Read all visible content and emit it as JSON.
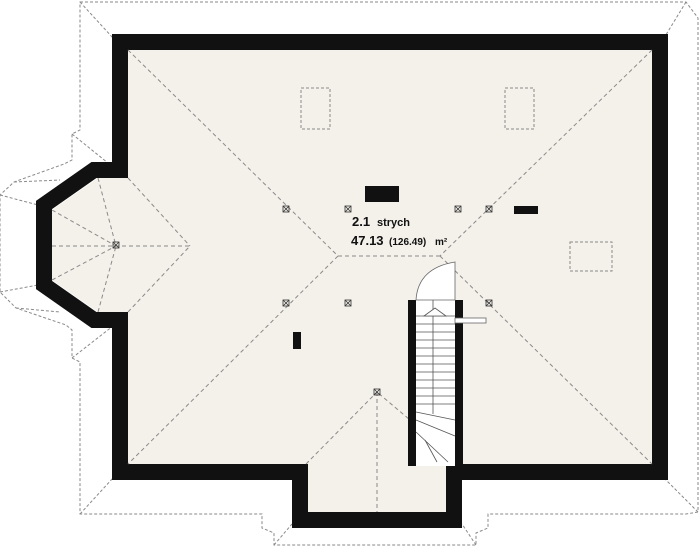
{
  "room": {
    "number": "2.1",
    "name": "strych",
    "area": "47.13",
    "area_total": "(126.49)",
    "unit": "m²"
  },
  "colors": {
    "floor": "#f4f0ea",
    "wall": "#111111",
    "roof_line": "#8a8a8a",
    "page": "#ffffff"
  }
}
